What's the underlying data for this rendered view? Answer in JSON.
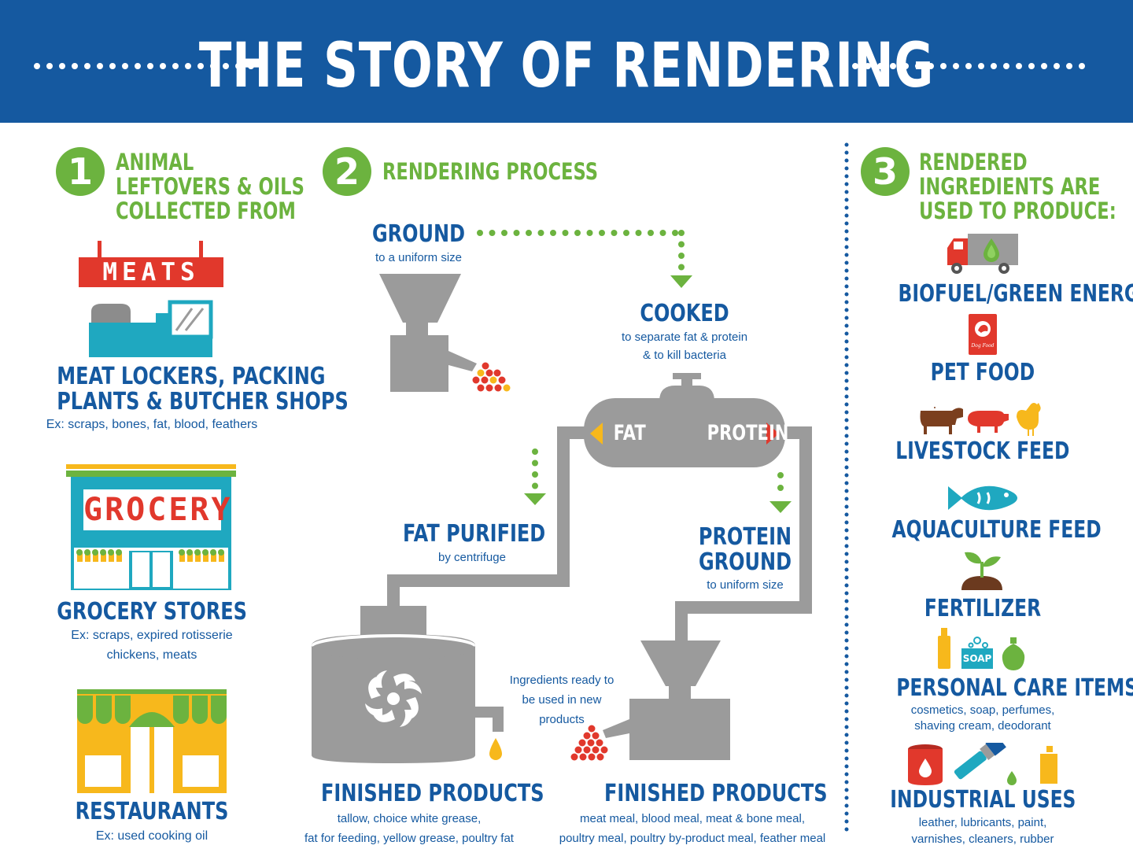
{
  "title": "THE STORY OF RENDERING",
  "colors": {
    "header_blue": "#1559a0",
    "green": "#6cb33f",
    "gray": "#9b9b9b",
    "red": "#e1382c",
    "teal": "#1fa8c0",
    "yellow": "#f7b81c"
  },
  "section1": {
    "number": "1",
    "heading": [
      "ANIMAL",
      "LEFTOVERS & OILS",
      "COLLECTED FROM"
    ],
    "sources": [
      {
        "sign": "MEATS",
        "label": [
          "MEAT LOCKERS, PACKING",
          "PLANTS & BUTCHER SHOPS"
        ],
        "sub": [
          "Ex: scraps, bones, fat, blood, feathers"
        ]
      },
      {
        "sign": "GROCERY",
        "label": [
          "GROCERY STORES"
        ],
        "sub": [
          "Ex: scraps, expired rotisserie",
          "chickens, meats"
        ]
      },
      {
        "label": [
          "RESTAURANTS"
        ],
        "sub": [
          "Ex: used cooking oil"
        ]
      }
    ]
  },
  "section2": {
    "number": "2",
    "heading": "RENDERING PROCESS",
    "steps": {
      "ground": {
        "label": "GROUND",
        "sub": "to a uniform size"
      },
      "cooked": {
        "label": "COOKED",
        "sub": [
          "to separate fat & protein",
          "& to kill bacteria"
        ]
      },
      "tank_fat": "FAT",
      "tank_protein": "PROTEIN",
      "fat_purified": {
        "label": "FAT PURIFIED",
        "sub": "by centrifuge"
      },
      "protein_ground": {
        "label": [
          "PROTEIN",
          "GROUND"
        ],
        "sub": "to uniform size"
      },
      "ready_note": [
        "Ingredients ready to",
        "be used in new",
        "products"
      ],
      "finished_fat": {
        "label": "FINISHED PRODUCTS",
        "sub": [
          "tallow, choice white grease,",
          "fat for feeding, yellow grease, poultry fat"
        ]
      },
      "finished_protein": {
        "label": "FINISHED PRODUCTS",
        "sub": [
          "meat meal, blood meal, meat & bone meal,",
          "poultry meal, poultry by-product meal, feather meal"
        ]
      }
    }
  },
  "section3": {
    "number": "3",
    "heading": [
      "RENDERED",
      "INGREDIENTS ARE",
      "USED TO PRODUCE:"
    ],
    "uses": [
      {
        "icon": "truck-icon",
        "label": "BIOFUEL/GREEN ENERGY"
      },
      {
        "icon": "dog-food-bag-icon",
        "label": "PET FOOD",
        "icon_text": "Dog Food"
      },
      {
        "icon": "livestock-icon",
        "label": "LIVESTOCK FEED"
      },
      {
        "icon": "fish-icon",
        "label": "AQUACULTURE FEED"
      },
      {
        "icon": "sprout-icon",
        "label": "FERTILIZER"
      },
      {
        "icon": "personal-care-icon",
        "label": "PERSONAL CARE ITEMS",
        "icon_text": "SOAP",
        "sub": [
          "cosmetics, soap, perfumes,",
          "shaving cream, deodorant"
        ]
      },
      {
        "icon": "industrial-icon",
        "label": "INDUSTRIAL USES",
        "sub": [
          "leather, lubricants, paint,",
          "varnishes, cleaners, rubber"
        ]
      }
    ]
  }
}
